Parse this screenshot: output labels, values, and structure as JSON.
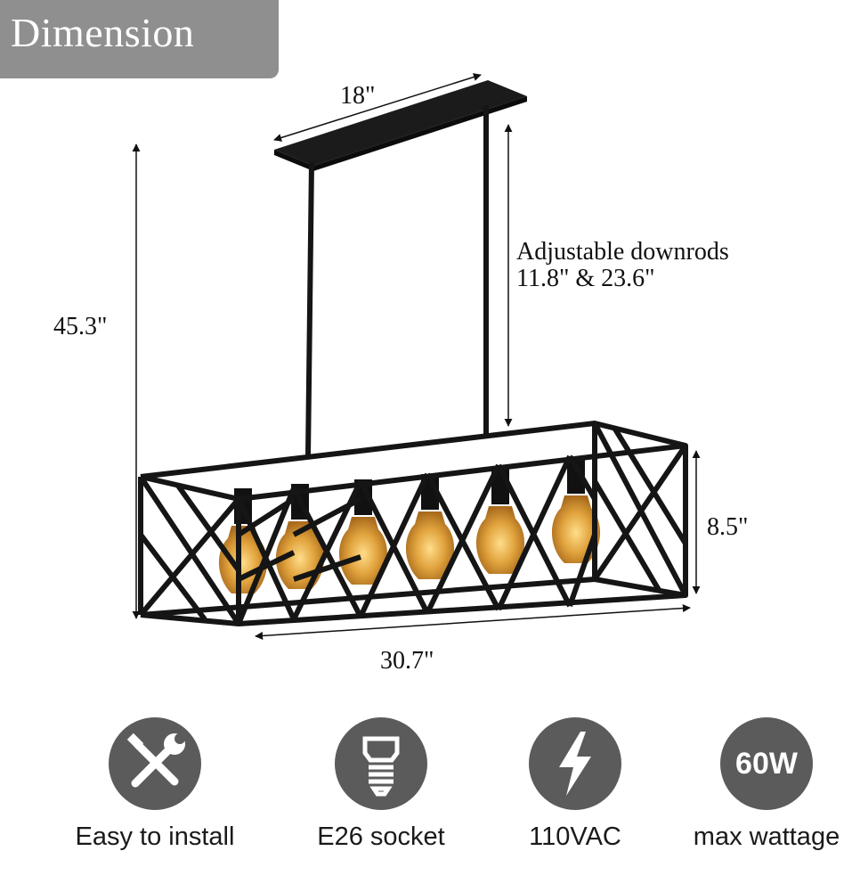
{
  "title": "Dimension",
  "dimensions": {
    "canopy_width": "18\"",
    "total_height": "45.3\"",
    "downrods_heading": "Adjustable downrods",
    "downrods_values": "11.8\" & 23.6\"",
    "cage_height": "8.5\"",
    "cage_length": "30.7\""
  },
  "features": [
    {
      "icon": "tools-icon",
      "label": "Easy to install"
    },
    {
      "icon": "bulb-socket-icon",
      "label": "E26 socket"
    },
    {
      "icon": "lightning-icon",
      "label": "110VAC"
    },
    {
      "icon": "wattage-badge-icon",
      "label": "max wattage",
      "icon_text": "60W"
    }
  ],
  "colors": {
    "badge": "#8f8f8f",
    "icon_circle": "#5b5b5b",
    "fixture": "#151515",
    "bulb_glow": "#e0a23c"
  }
}
